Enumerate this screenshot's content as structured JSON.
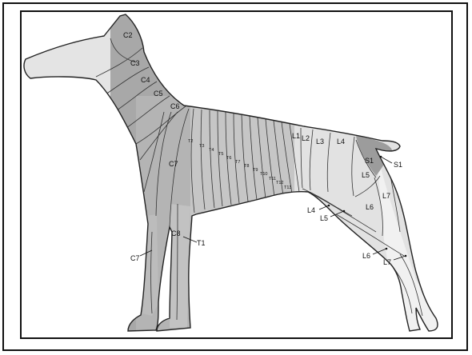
{
  "colors": {
    "head": "#e4e4e4",
    "neck": "#a8a8a8",
    "cervical": "#b4b4b4",
    "thoracic": "#c6c6c6",
    "lumbar": "#e2e2e2",
    "caudal": "#f1f1f1",
    "sacral": "#9c9c9c",
    "outline": "#222222"
  },
  "labels": {
    "c2": "C2",
    "c3": "C3",
    "c4": "C4",
    "c5": "C5",
    "c6": "C6",
    "c7_body": "C7",
    "t2": "T2",
    "t3": "T3",
    "t4": "T4",
    "t5": "T5",
    "t6": "T6",
    "t7": "T7",
    "t8": "T8",
    "t9": "T9",
    "t10": "T10",
    "t11": "T11",
    "t12": "T12",
    "t13": "T13",
    "l1": "L1",
    "l2": "L2",
    "l3": "L3",
    "l4_back": "L4",
    "s1_left": "S1",
    "s1_right": "S1",
    "l5_rump": "L5",
    "l7_rump": "L7",
    "l6_thigh": "L6",
    "l4_leg": "L4",
    "l5_leg": "L5",
    "c8": "C8",
    "t1": "T1",
    "c7_leg": "C7",
    "l6_leg": "L6",
    "l7_leg": "L7"
  }
}
